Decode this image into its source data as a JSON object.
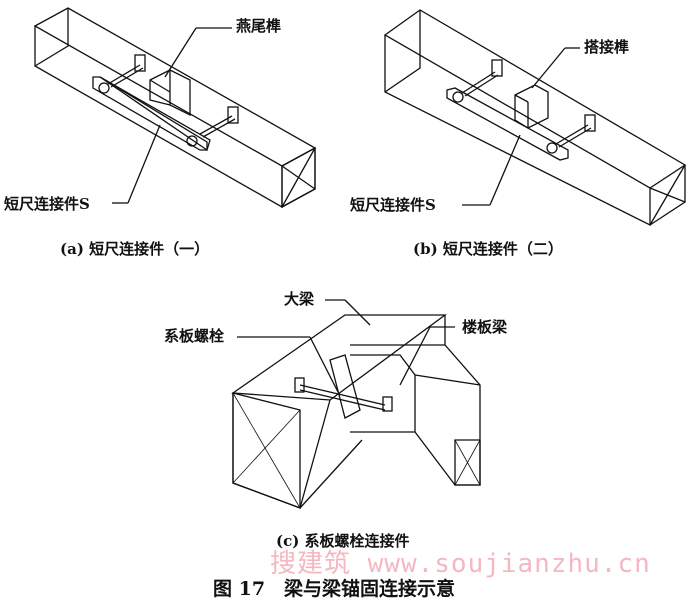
{
  "panel_a": {
    "label_tenon": "燕尾榫",
    "label_connector": "短尺连接件S",
    "caption": "(a) 短尺连接件（一）"
  },
  "panel_b": {
    "label_tenon": "搭接榫",
    "label_connector": "短尺连接件S",
    "caption": "(b) 短尺连接件（二）"
  },
  "panel_c": {
    "label_main_beam": "大梁",
    "label_bolt": "系板螺栓",
    "label_floor_beam": "楼板梁",
    "caption": "(c) 系板螺栓连接件"
  },
  "figure_title": "图 17　梁与梁锚固连接示意",
  "watermark": "搜建筑 www.soujianzhu.cn",
  "colors": {
    "line": "#111111",
    "watermark": "#f4b8c0"
  }
}
